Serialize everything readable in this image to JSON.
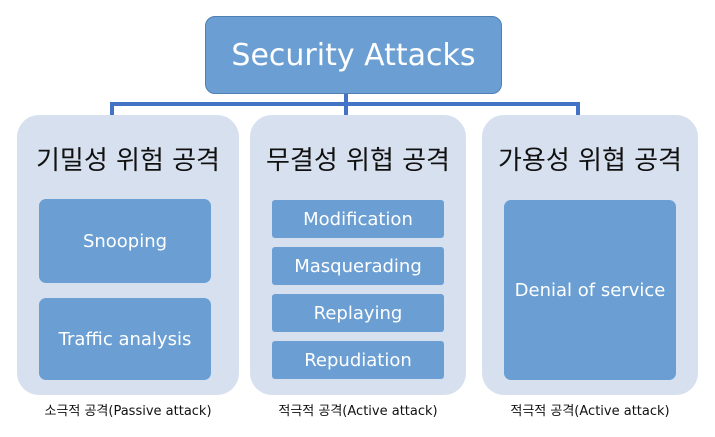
{
  "root": {
    "label": "Security Attacks"
  },
  "categories": [
    {
      "title": "기밀성 위험 공격",
      "items": [
        "Snooping",
        "Traffic analysis"
      ],
      "caption": "소극적 공격(Passive attack)"
    },
    {
      "title": "무결성 위협 공격",
      "items": [
        "Modification",
        "Masquerading",
        "Replaying",
        "Repudiation"
      ],
      "caption": "적극적 공격(Active attack)"
    },
    {
      "title": "가용성 위협 공격",
      "items": [
        "Denial of service"
      ],
      "caption": "적극적 공격(Active attack)"
    }
  ],
  "colors": {
    "box_fill": "#6b9fd3",
    "panel_fill": "#d7e0ee",
    "connector": "#4472c4"
  }
}
